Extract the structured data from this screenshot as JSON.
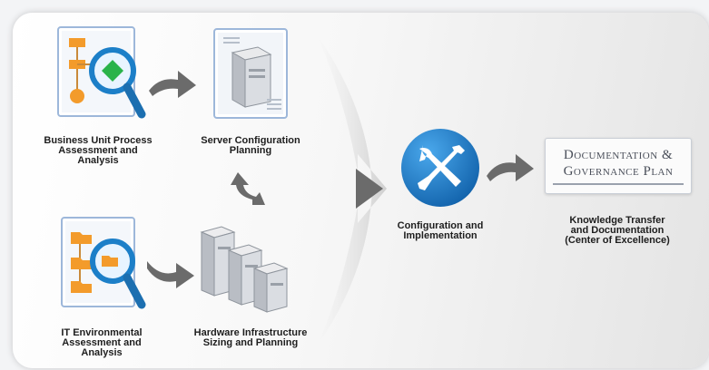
{
  "steps": {
    "business_unit": {
      "label": "Business Unit Process\nAssessment and\nAnalysis",
      "icon": "flowchart-magnifier-icon"
    },
    "server_config": {
      "label": "Server Configuration\nPlanning",
      "icon": "server-document-icon"
    },
    "it_environmental": {
      "label": "IT Environmental\nAssessment and\nAnalysis",
      "icon": "folder-tree-magnifier-icon"
    },
    "hardware": {
      "label": "Hardware Infrastructure\nSizing and Planning",
      "icon": "server-stack-icon"
    },
    "configuration": {
      "label": "Configuration and\nImplementation",
      "icon": "wrench-screwdriver-icon"
    },
    "knowledge": {
      "label": "Knowledge Transfer\nand Documentation\n(Center of Excellence)"
    }
  },
  "documentation_box": {
    "line1": "Documentation &",
    "line2": "Governance Plan"
  },
  "colors": {
    "accent_blue": "#1c7fc8",
    "arrow_gray": "#6b6b6b",
    "folder_orange": "#f39b2b"
  }
}
